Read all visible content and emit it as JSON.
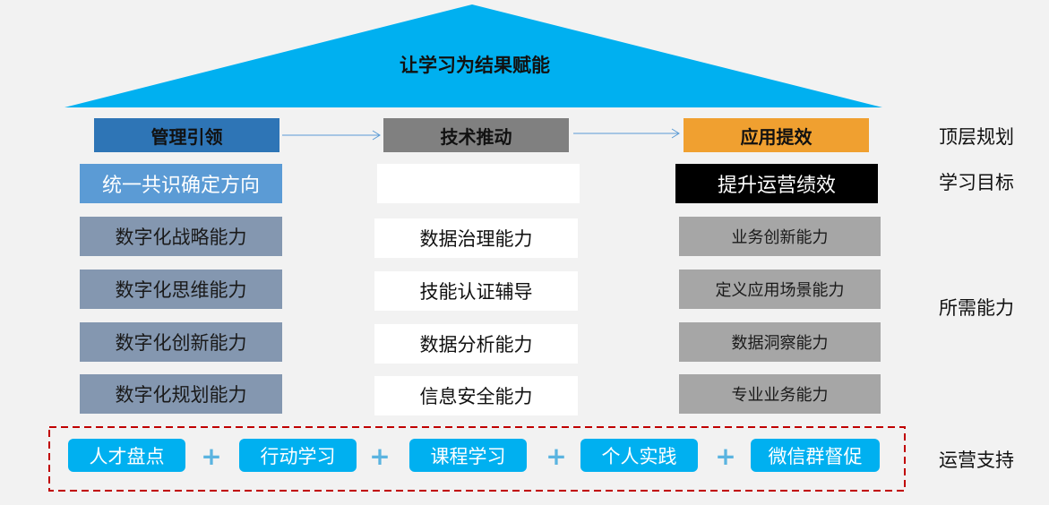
{
  "title": "让学习为结果赋能",
  "headers": [
    "管理引领",
    "技术推动",
    "应用提效"
  ],
  "goals": [
    "统一共识确定方向",
    "",
    "提升运营绩效"
  ],
  "abilities": {
    "left": [
      "数字化战略能力",
      "数字化思维能力",
      "数字化创新能力",
      "数字化规划能力"
    ],
    "middle": [
      "数据治理能力",
      "技能认证辅导",
      "数据分析能力",
      "信息安全能力"
    ],
    "right": [
      "业务创新能力",
      "定义应用场景能力",
      "数据洞察能力",
      "专业业务能力"
    ]
  },
  "side_labels": [
    "顶层规划",
    "学习目标",
    "所需能力",
    "运营支持"
  ],
  "support": [
    "人才盘点",
    "行动学习",
    "课程学习",
    "个人实践",
    "微信群督促"
  ],
  "plus": "+",
  "colors": {
    "roof": "#00b0f0",
    "mgmt": "#2e75b6",
    "tech": "#808080",
    "app": "#f0a030",
    "dashed": "#c00000"
  }
}
